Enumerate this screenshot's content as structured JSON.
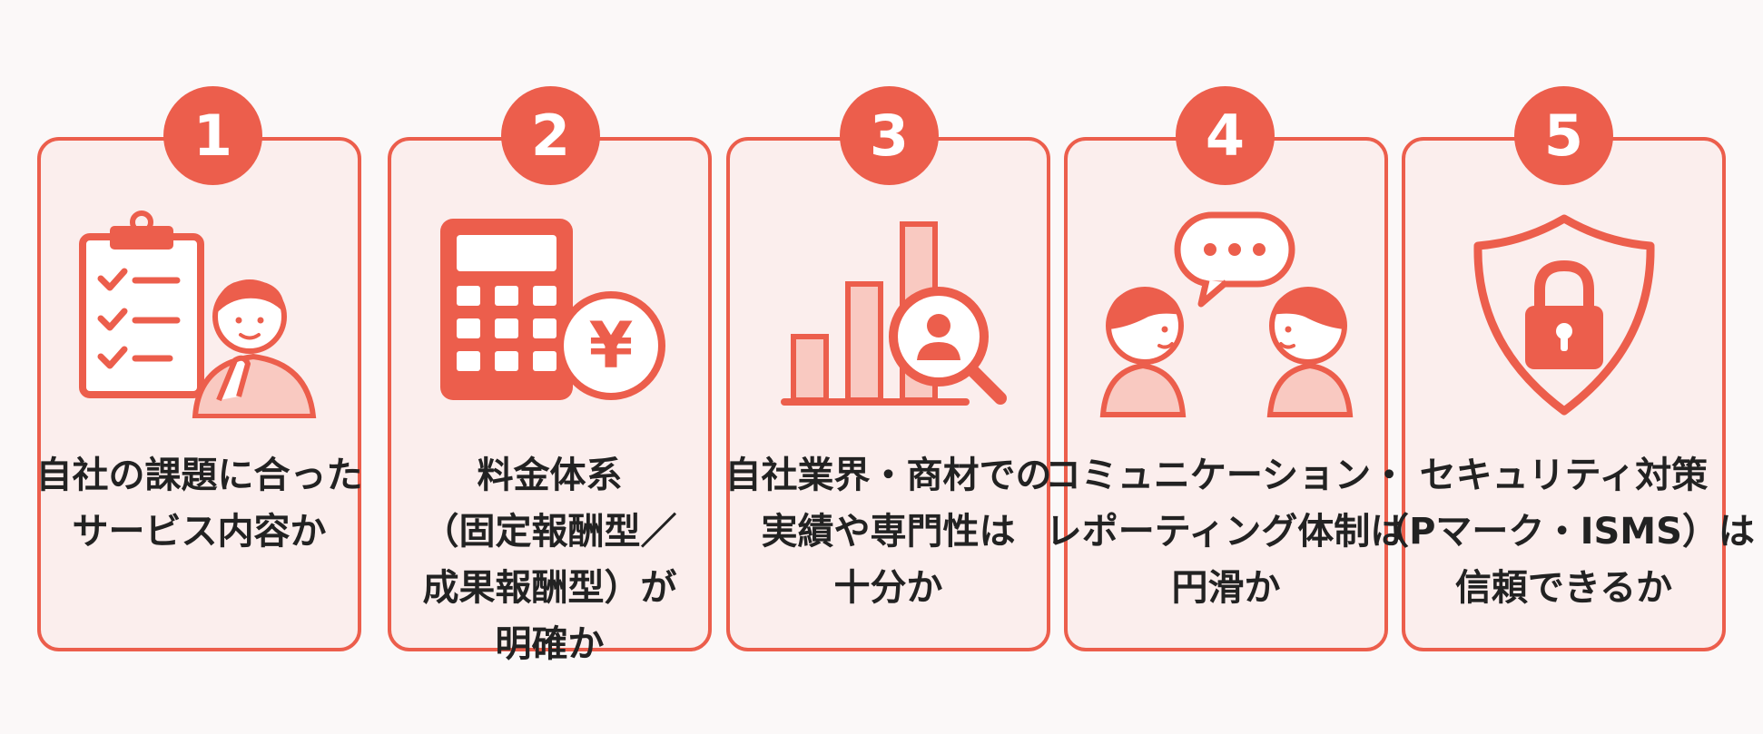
{
  "colors": {
    "accent": "#ec5e4c",
    "card_bg": "#fbeeed",
    "light_fill": "#f9c9c1",
    "text": "#222222"
  },
  "steps": [
    {
      "number": "1",
      "icon": "checklist-thinking-person-icon",
      "lines": [
        "自社の課題に合った",
        "サービス内容か"
      ]
    },
    {
      "number": "2",
      "icon": "calculator-yen-icon",
      "lines": [
        "料金体系",
        "（固定報酬型／",
        "成果報酬型）が",
        "明確か"
      ]
    },
    {
      "number": "3",
      "icon": "bar-chart-magnifier-icon",
      "lines": [
        "自社業界・商材での",
        "実績や専門性は",
        "十分か"
      ]
    },
    {
      "number": "4",
      "icon": "two-people-conversation-icon",
      "lines": [
        "コミュニケーション・",
        "レポーティング体制は",
        "円滑か"
      ]
    },
    {
      "number": "5",
      "icon": "security-shield-lock-icon",
      "lines": [
        "セキュリティ対策",
        "（Pマーク・ISMS）は",
        "信頼できるか"
      ]
    }
  ]
}
